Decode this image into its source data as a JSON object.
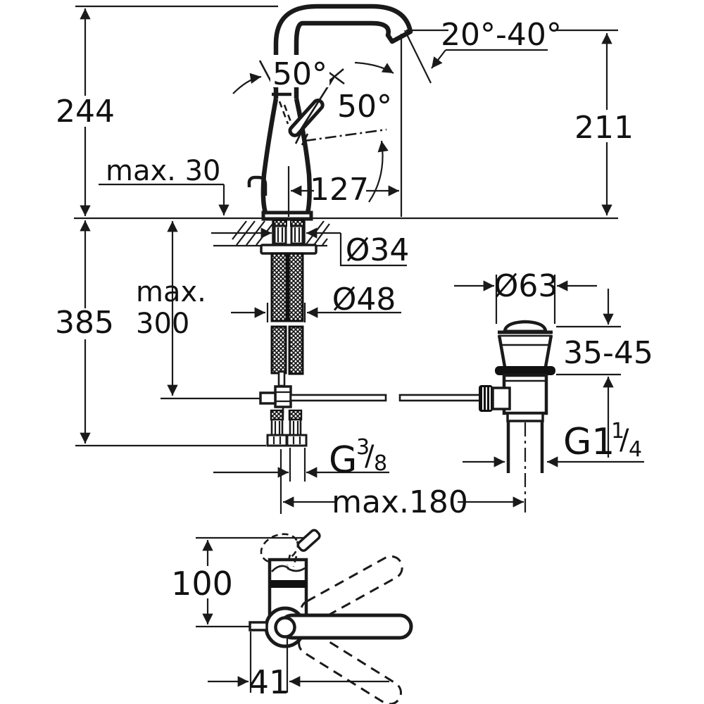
{
  "meta": {
    "drawing_type": "single-lever basin mixer installation dimension drawing",
    "background_color": "#ffffff",
    "line_color": "#1a1a1a"
  },
  "side_view": {
    "height_to_spout_top": "244",
    "deck_thickness_max": "max. 30",
    "handle_swivel_angle": "50°",
    "lever_open_angle": "50°",
    "spout_tilt_range": "20°-40°",
    "spout_outlet_height": "211",
    "spout_reach": "127"
  },
  "below_deck": {
    "shank_diameter": "Ø34",
    "hole_clearance_diameter": "Ø48",
    "hose_drop_line1": "max.",
    "hose_drop_line2": "300",
    "total_depth_below": "385",
    "supply_thread_prefix": "G",
    "supply_thread_numerator": "3",
    "supply_thread_slash": "/",
    "supply_thread_denominator": "8",
    "rod_reach_max": "max.180"
  },
  "drain_valve": {
    "flange_diameter": "Ø63",
    "deck_thickness_range": "35-45",
    "waste_thread_prefix": "G1",
    "waste_thread_numerator": "1",
    "waste_thread_slash": "/",
    "waste_thread_denominator": "4"
  },
  "plan_view": {
    "body_length": "100",
    "handle_pivot_offset": "41"
  }
}
